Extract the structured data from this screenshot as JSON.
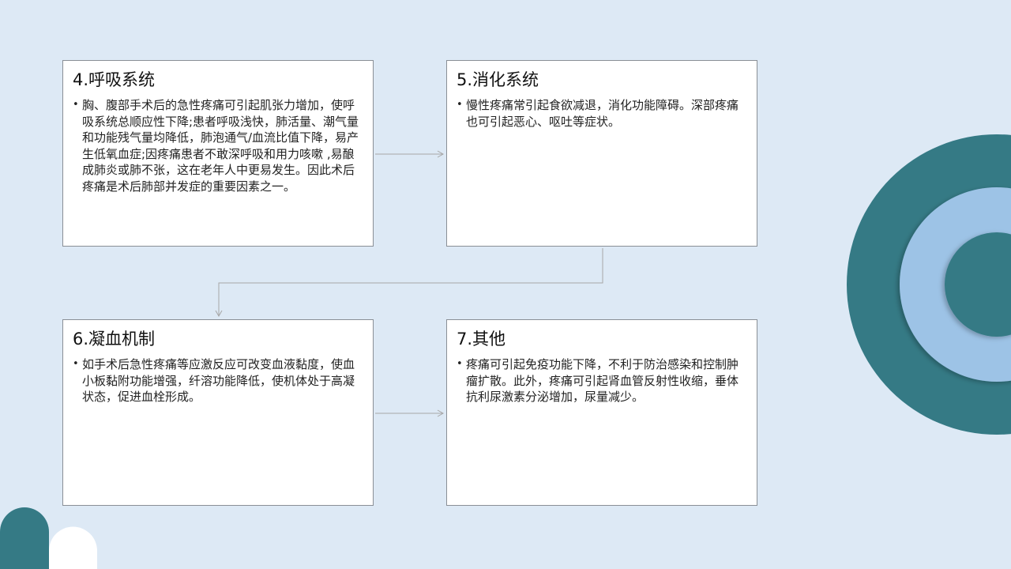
{
  "cards": [
    {
      "title": "4.呼吸系统",
      "body": "胸、腹部手术后的急性疼痛可引起肌张力增加，使呼吸系统总顺应性下降;患者呼吸浅快，肺活量、潮气量和功能残气量均降低，肺泡通气/血流比值下降，易产生低氧血症;因疼痛患者不敢深呼吸和用力咳嗽 ,易酿成肺炎或肺不张，这在老年人中更易发生。因此术后疼痛是术后肺部并发症的重要因素之一。"
    },
    {
      "title": "5.消化系统",
      "body": "慢性疼痛常引起食欲减退，消化功能障碍。深部疼痛也可引起恶心、呕吐等症状。"
    },
    {
      "title": "6.凝血机制",
      "body": "如手术后急性疼痛等应激反应可改变血液黏度，使血小板黏附功能增强，纤溶功能降低，使机体处于高凝状态，促进血栓形成。"
    },
    {
      "title": "7.其他",
      "body": "疼痛可引起免疫功能下降，不利于防治感染和控制肿瘤扩散。此外，疼痛可引起肾血管反射性收缩，垂体抗利尿激素分泌增加，尿量减少。"
    }
  ],
  "colors": {
    "background": "#dde9f5",
    "teal": "#357a85",
    "light_blue": "#9dc3e6",
    "connector": "#a6a6a6"
  }
}
